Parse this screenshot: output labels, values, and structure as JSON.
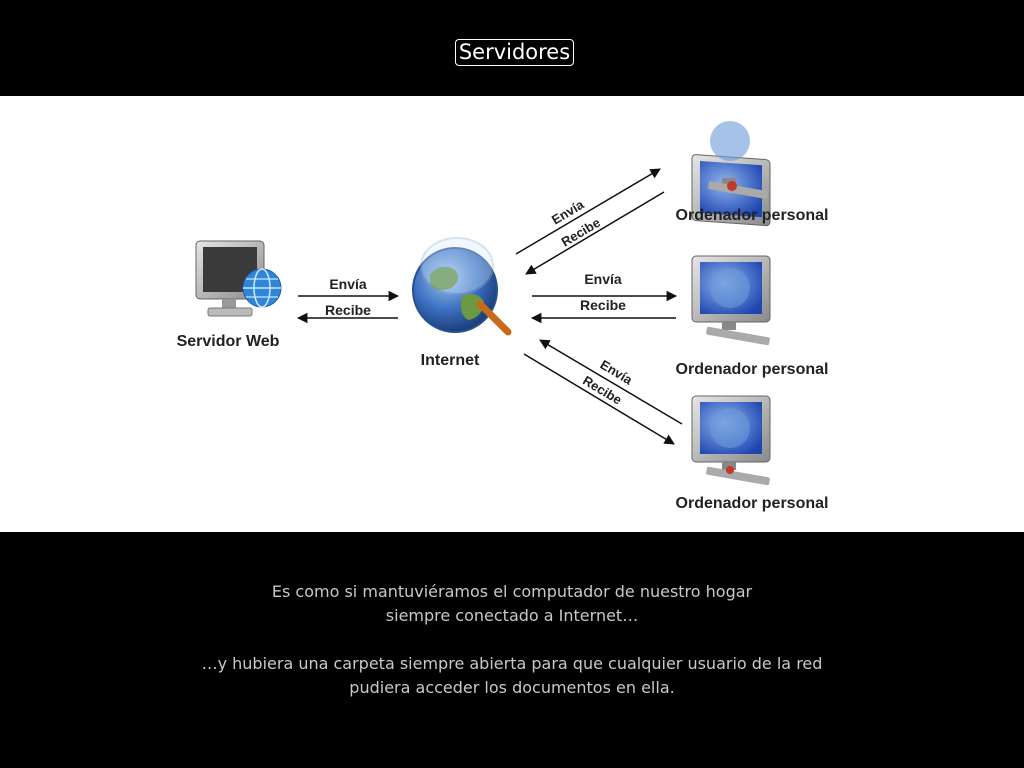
{
  "slide": {
    "title": "Servidores",
    "caption_line1": "Es como si mantuviéramos el computador de nuestro hogar",
    "caption_line2": "siempre conectado a Internet…",
    "caption_line3": "…y hubiera una carpeta siempre abierta para que cualquier usuario de la red",
    "caption_line4": "pudiera acceder los documentos en ella."
  },
  "diagram": {
    "server_label": "Servidor Web",
    "internet_label": "Internet",
    "pc_label": "Ordenador personal",
    "send_label": "Envía",
    "receive_label": "Recibe"
  },
  "colors": {
    "background": "#000000",
    "panel": "#ffffff",
    "screen_blue": "#2b4fb8",
    "globe_green": "#5a8a3a"
  }
}
